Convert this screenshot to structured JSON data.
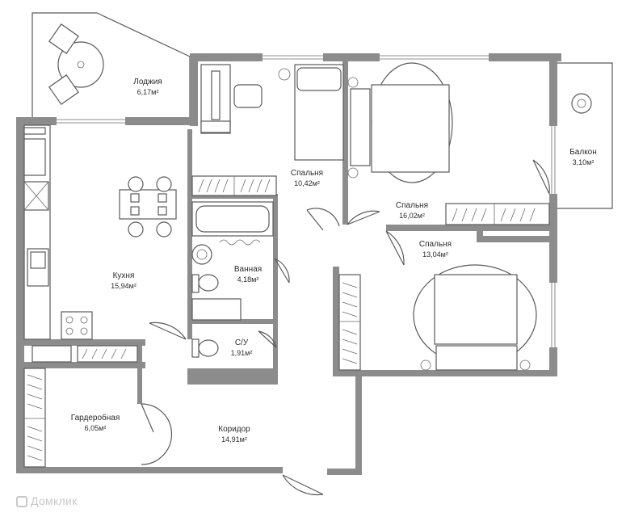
{
  "rooms": {
    "loggia": {
      "name": "Лоджия",
      "area": "6,17м²"
    },
    "bedroom_small": {
      "name": "Спальня",
      "area": "10,42м²"
    },
    "bedroom_master": {
      "name": "Спальня",
      "area": "16,02м²"
    },
    "balcony": {
      "name": "Балкон",
      "area": "3,10м²"
    },
    "kitchen": {
      "name": "Кухня",
      "area": "15,94м²"
    },
    "bathroom": {
      "name": "Ванная",
      "area": "4,18м²"
    },
    "bedroom_third": {
      "name": "Спальня",
      "area": "13,04м²"
    },
    "wc": {
      "name": "С/У",
      "area": "1,91м²"
    },
    "wardrobe": {
      "name": "Гардеробная",
      "area": "6,05м²"
    },
    "corridor": {
      "name": "Коридор",
      "area": "14,91м²"
    }
  },
  "watermark": {
    "text": "Домклик"
  },
  "colors": {
    "wall": "#8c8c8c",
    "line": "#5a5a5a",
    "watermark": "#c9c9c9"
  }
}
